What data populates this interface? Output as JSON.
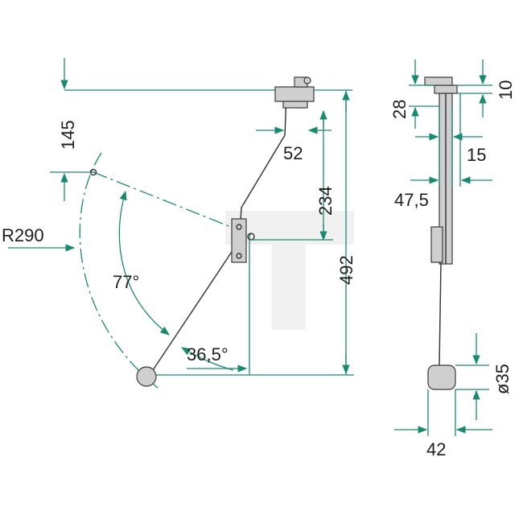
{
  "drawing": {
    "labels": {
      "top_offset": "145",
      "radius": "R290",
      "swing_angle": "77°",
      "rod_angle": "36,5°",
      "bracket_offset": "52",
      "height_to_pivot": "234",
      "total_height": "492",
      "plate_height": "28",
      "plate_thickness": "10",
      "rod_offset": "15",
      "bracket_depth": "47,5",
      "float_width": "42",
      "float_diameter": "ø35"
    },
    "colors": {
      "dimension": "#1a8a6e",
      "part": "#3a3a3a",
      "text": "#1e1e1e"
    }
  }
}
